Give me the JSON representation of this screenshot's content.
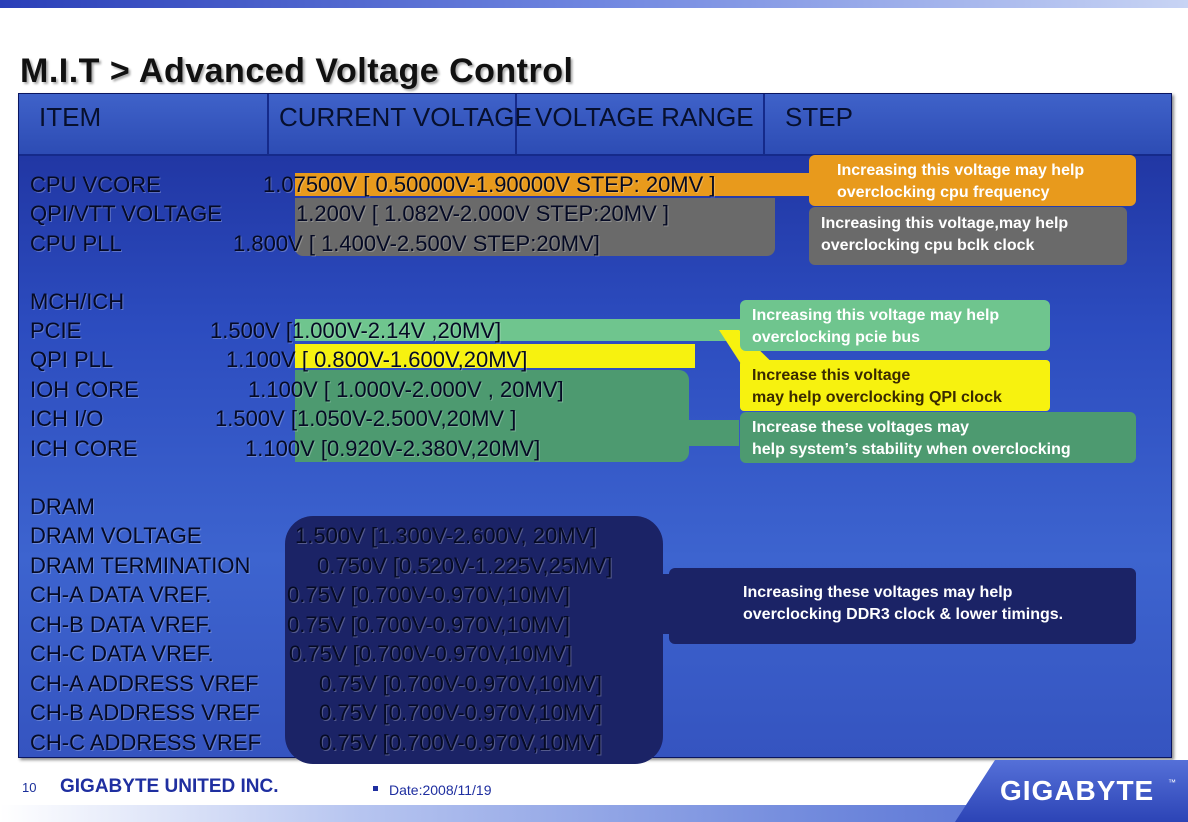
{
  "title": "M.I.T >  Advanced Voltage Control",
  "headers": [
    "ITEM",
    "CURRENT VOLTAGE",
    "VOLTAGE RANGE",
    "STEP"
  ],
  "rows": {
    "cpu_vcore": {
      "item": "CPU VCORE",
      "value": "1.07500V  [ 0.50000V-1.90000V  STEP: 20MV ]"
    },
    "qpi_vtt": {
      "item": "QPI/VTT VOLTAGE",
      "value": "1.200V     [ 1.082V-2.000V  STEP:20MV ]"
    },
    "cpu_pll": {
      "item": "CPU PLL",
      "value": "1.800V     [ 1.400V-2.500V  STEP:20MV]"
    },
    "mch_ich": {
      "item": "MCH/ICH"
    },
    "pcie": {
      "item": "PCIE",
      "value": "1.500V [1.000V-2.14V  ,20MV]"
    },
    "qpi_pll": {
      "item": "QPI PLL",
      "value": "1.100V [ 0.800V-1.600V,20MV]"
    },
    "ioh_core": {
      "item": "IOH CORE",
      "value": "1.100V  [ 1.000V-2.000V  , 20MV]"
    },
    "ich_io": {
      "item": "ICH I/O",
      "value": "1.500V  [1.050V-2.500V,20MV ]"
    },
    "ich_core": {
      "item": "ICH CORE",
      "value": "1.100V [0.920V-2.380V,20MV]"
    },
    "dram": {
      "item": "DRAM"
    },
    "dram_voltage": {
      "item": "DRAM VOLTAGE",
      "value": "1.500V [1.300V-2.600V,  20MV]"
    },
    "dram_termination": {
      "item": "DRAM TERMINATION",
      "value": "0.750V [0.520V-1.225V,25MV]"
    },
    "ch_a_data": {
      "item": "CH-A DATA VREF.",
      "value": "0.75V [0.700V-0.970V,10MV]"
    },
    "ch_b_data": {
      "item": "CH-B DATA VREF.",
      "value": "0.75V [0.700V-0.970V,10MV]"
    },
    "ch_c_data": {
      "item": "CH-C DATA VREF.",
      "value": "0.75V [0.700V-0.970V,10MV]"
    },
    "ch_a_addr": {
      "item": "CH-A  ADDRESS VREF",
      "value": "0.75V [0.700V-0.970V,10MV]"
    },
    "ch_b_addr": {
      "item": "CH-B ADDRESS VREF",
      "value": "0.75V [0.700V-0.970V,10MV]"
    },
    "ch_c_addr": {
      "item": "CH-C ADDRESS VREF",
      "value": "0.75V [0.700V-0.970V,10MV]"
    }
  },
  "callouts": {
    "cpu_freq": [
      "Increasing this voltage may help",
      "overclocking  cpu frequency"
    ],
    "bclk": [
      "Increasing this voltage,may help",
      "overclocking cpu bclk clock"
    ],
    "pcie": [
      "Increasing this voltage may help",
      "overclocking  pcie bus"
    ],
    "qpi": [
      "Increase this voltage",
      "may help overclocking  QPI clock"
    ],
    "stability": [
      "Increase these voltages may",
      "help system’s stability when overclocking"
    ],
    "ddr3": [
      "Increasing these voltages may help",
      "overclocking  DDR3 clock & lower timings."
    ]
  },
  "colors": {
    "orange": "#e89a1c",
    "gray": "#6a6a6a",
    "light_green": "#6fc58e",
    "yellow": "#f7f20f",
    "dark_green": "#4d9a70",
    "navy": "#1b2366"
  },
  "footer": {
    "page_number": "10",
    "company": "GIGABYTE UNITED INC.",
    "date": "Date:2008/11/19",
    "brand": "GIGABYTE",
    "trademark": "™"
  }
}
